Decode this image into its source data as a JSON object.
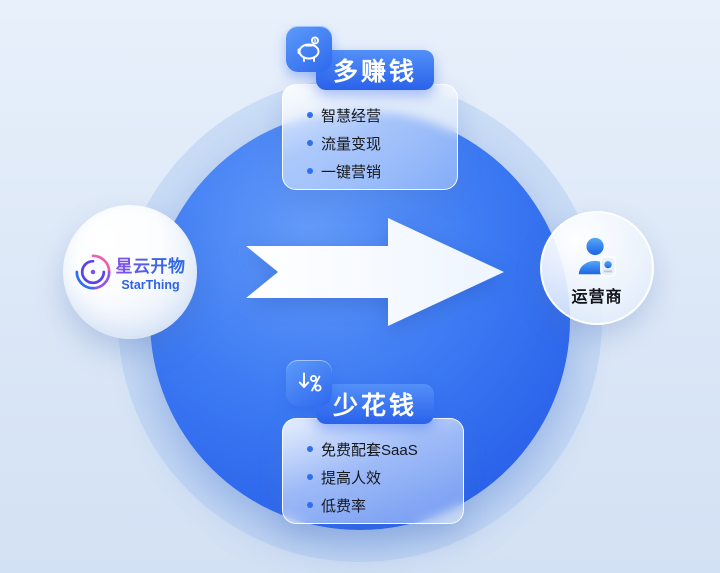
{
  "left_node": {
    "logo_title": "星云开物",
    "logo_subtitle": "StarThing",
    "icon": "starthing-swirl-icon"
  },
  "right_node": {
    "label": "运营商",
    "icon": "operator-person-icon"
  },
  "top_card": {
    "icon": "piggy-bank-icon",
    "title": "多赚钱",
    "items": [
      "智慧经营",
      "流量变现",
      "一键营销"
    ]
  },
  "bottom_card": {
    "icon": "discount-percent-down-icon",
    "title": "少花钱",
    "items": [
      "免费配套SaaS",
      "提高人效",
      "低费率"
    ]
  },
  "colors": {
    "primary_blue": "#2f6ff0",
    "main_circle_blue": "#2b63ea",
    "halo_blue": "#b7d0f2",
    "background_light_blue": "#dbe7f7",
    "badge_text_white": "#ffffff",
    "item_text_dark": "#15181d",
    "logo_gradient_purple": "#8a4ff0",
    "logo_gradient_blue": "#2b6be4"
  }
}
